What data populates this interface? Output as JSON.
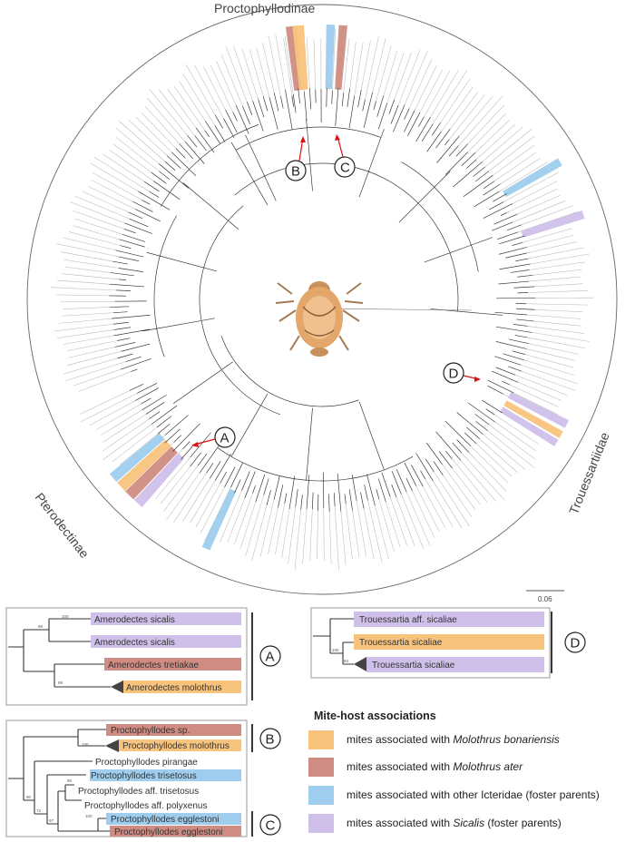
{
  "colors": {
    "molothrus_bonariensis": "#f8c47d",
    "molothrus_ater": "#cf8c82",
    "other_icteridae": "#9fcdee",
    "sicalis": "#cfc0ea"
  },
  "main_tree": {
    "families": {
      "proctophyllodinae": "Proctophyllodinae",
      "trouessartiidae": "Trouessartiidae",
      "pterodectinae": "Pterodectinae"
    },
    "clade_markers": {
      "a": "A",
      "b": "B",
      "c": "C",
      "d": "D"
    },
    "scale_bar_label": "0.06",
    "image_icon": "mite-illustration"
  },
  "subtree_a": {
    "letter": "A",
    "tips": [
      {
        "label": "Amerodectes sicalis",
        "host": "sicalis"
      },
      {
        "label": "Amerodectes sicalis",
        "host": "sicalis"
      },
      {
        "label": "Amerodectes tretiakae",
        "host": "molothrus_ater"
      },
      {
        "label": "Amerodectes molothrus",
        "host": "molothrus_bonariensis"
      }
    ],
    "support": [
      "100",
      "98",
      "99"
    ]
  },
  "subtree_b": {
    "letter_b": "B",
    "letter_c": "C",
    "tips": [
      {
        "label": "Proctophyllodes sp.",
        "host": "molothrus_ater"
      },
      {
        "label": "Proctophyllodes molothrus",
        "host": "molothrus_bonariensis"
      },
      {
        "label": "Proctophyllodes pirangae",
        "host": "none"
      },
      {
        "label": "Proctophyllodes trisetosus",
        "host": "other_icteridae"
      },
      {
        "label": "Proctophyllodes aff. trisetosus",
        "host": "none"
      },
      {
        "label": "Proctophyllodes aff. polyxenus",
        "host": "none"
      },
      {
        "label": "Proctophyllodes egglestoni",
        "host": "other_icteridae"
      },
      {
        "label": "Proctophyllodes egglestoni",
        "host": "molothrus_ater"
      }
    ],
    "support": [
      "100",
      "90",
      "72",
      "95",
      "97",
      "100"
    ]
  },
  "subtree_d": {
    "letter": "D",
    "tips": [
      {
        "label": "Trouessartia aff. sicaliae",
        "host": "sicalis"
      },
      {
        "label": "Trouessartia sicaliae",
        "host": "molothrus_bonariensis"
      },
      {
        "label": "Trouessartia sicaliae",
        "host": "sicalis"
      }
    ],
    "support": [
      "100",
      "84"
    ]
  },
  "legend": {
    "title": "Mite-host associations",
    "items": [
      {
        "key": "molothrus_bonariensis",
        "prefix": "mites associated with ",
        "italic": "Molothrus bonariensis",
        "suffix": ""
      },
      {
        "key": "molothrus_ater",
        "prefix": "mites associated with ",
        "italic": "Molothrus ater",
        "suffix": ""
      },
      {
        "key": "other_icteridae",
        "prefix": "mites associated with other Icteridae (foster parents)",
        "italic": "",
        "suffix": ""
      },
      {
        "key": "sicalis",
        "prefix": "mites associated with ",
        "italic": "Sicalis",
        "suffix": " (foster parents)"
      }
    ]
  }
}
